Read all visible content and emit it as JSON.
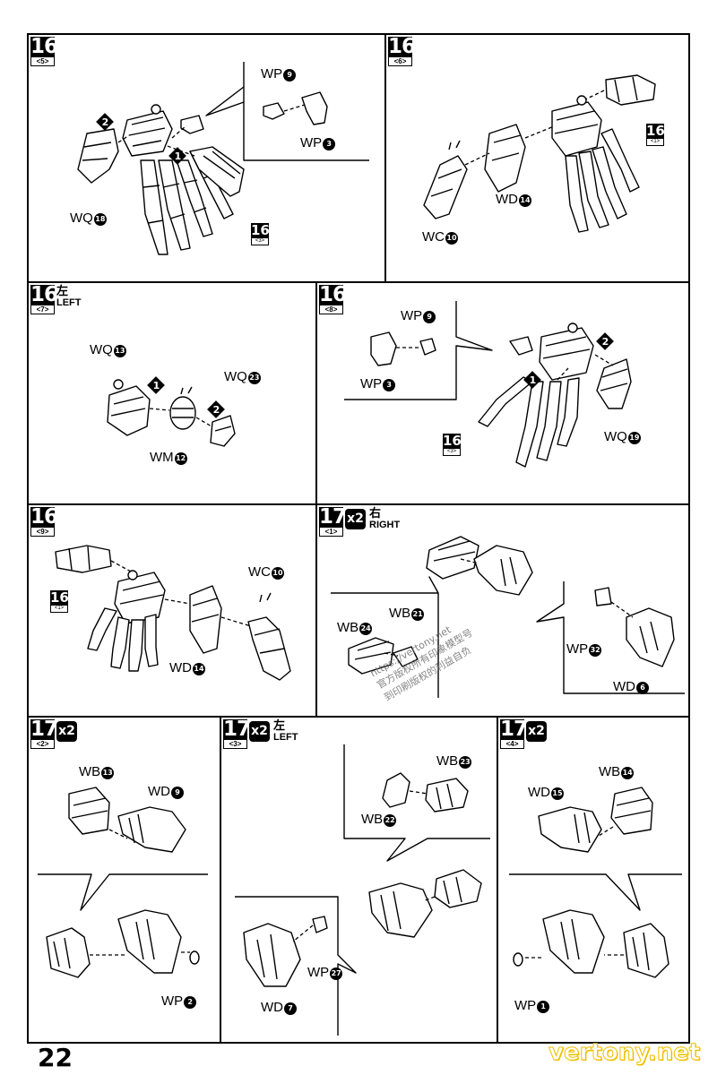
{
  "page_number": "22",
  "site": "vertony.net",
  "watermark": {
    "line1": "https://vertony.net",
    "line2": "官方版权所有印象模型号",
    "line3": "到印刷版权的利益自负"
  },
  "panels": [
    {
      "id": "p16-5",
      "step": "16",
      "sub": "<5>",
      "seq": [
        "2",
        "1"
      ],
      "refs": [
        {
          "num": "16",
          "sub": "<3>"
        }
      ],
      "labels": [
        {
          "code": "WP",
          "num": "9"
        },
        {
          "code": "WP",
          "num": "3"
        },
        {
          "code": "WQ",
          "num": "18"
        }
      ]
    },
    {
      "id": "p16-6",
      "step": "16",
      "sub": "<6>",
      "refs": [
        {
          "num": "16",
          "sub": "<1>"
        }
      ],
      "labels": [
        {
          "code": "WD",
          "num": "14"
        },
        {
          "code": "WC",
          "num": "10"
        }
      ]
    },
    {
      "id": "p16-7",
      "step": "16",
      "sub": "<7>",
      "side_zh": "左",
      "side_en": "LEFT",
      "seq": [
        "1",
        "2"
      ],
      "labels": [
        {
          "code": "WQ",
          "num": "13"
        },
        {
          "code": "WQ",
          "num": "23"
        },
        {
          "code": "WM",
          "num": "12"
        }
      ]
    },
    {
      "id": "p16-8",
      "step": "16",
      "sub": "<8>",
      "seq": [
        "2",
        "1"
      ],
      "refs": [
        {
          "num": "16",
          "sub": "<3>"
        }
      ],
      "labels": [
        {
          "code": "WP",
          "num": "9"
        },
        {
          "code": "WP",
          "num": "3"
        },
        {
          "code": "WQ",
          "num": "19"
        }
      ]
    },
    {
      "id": "p16-9",
      "step": "16",
      "sub": "<9>",
      "refs": [
        {
          "num": "16",
          "sub": "<1>"
        }
      ],
      "labels": [
        {
          "code": "WC",
          "num": "10"
        },
        {
          "code": "WD",
          "num": "14"
        }
      ]
    },
    {
      "id": "p17-1",
      "step": "17",
      "sub": "<1>",
      "mult": "x2",
      "side_zh": "右",
      "side_en": "RIGHT",
      "labels": [
        {
          "code": "WB",
          "num": "24"
        },
        {
          "code": "WB",
          "num": "21"
        },
        {
          "code": "WP",
          "num": "32"
        },
        {
          "code": "WD",
          "num": "6"
        }
      ]
    },
    {
      "id": "p17-2",
      "step": "17",
      "sub": "<2>",
      "mult": "x2",
      "labels": [
        {
          "code": "WB",
          "num": "13"
        },
        {
          "code": "WD",
          "num": "9"
        },
        {
          "code": "WP",
          "num": "2"
        }
      ]
    },
    {
      "id": "p17-3",
      "step": "17",
      "sub": "<3>",
      "mult": "x2",
      "side_zh": "左",
      "side_en": "LEFT",
      "labels": [
        {
          "code": "WB",
          "num": "23"
        },
        {
          "code": "WB",
          "num": "22"
        },
        {
          "code": "WP",
          "num": "27"
        },
        {
          "code": "WD",
          "num": "7"
        }
      ]
    },
    {
      "id": "p17-4",
      "step": "17",
      "sub": "<4>",
      "mult": "x2",
      "labels": [
        {
          "code": "WB",
          "num": "14"
        },
        {
          "code": "WD",
          "num": "15"
        },
        {
          "code": "WP",
          "num": "1"
        }
      ]
    }
  ]
}
